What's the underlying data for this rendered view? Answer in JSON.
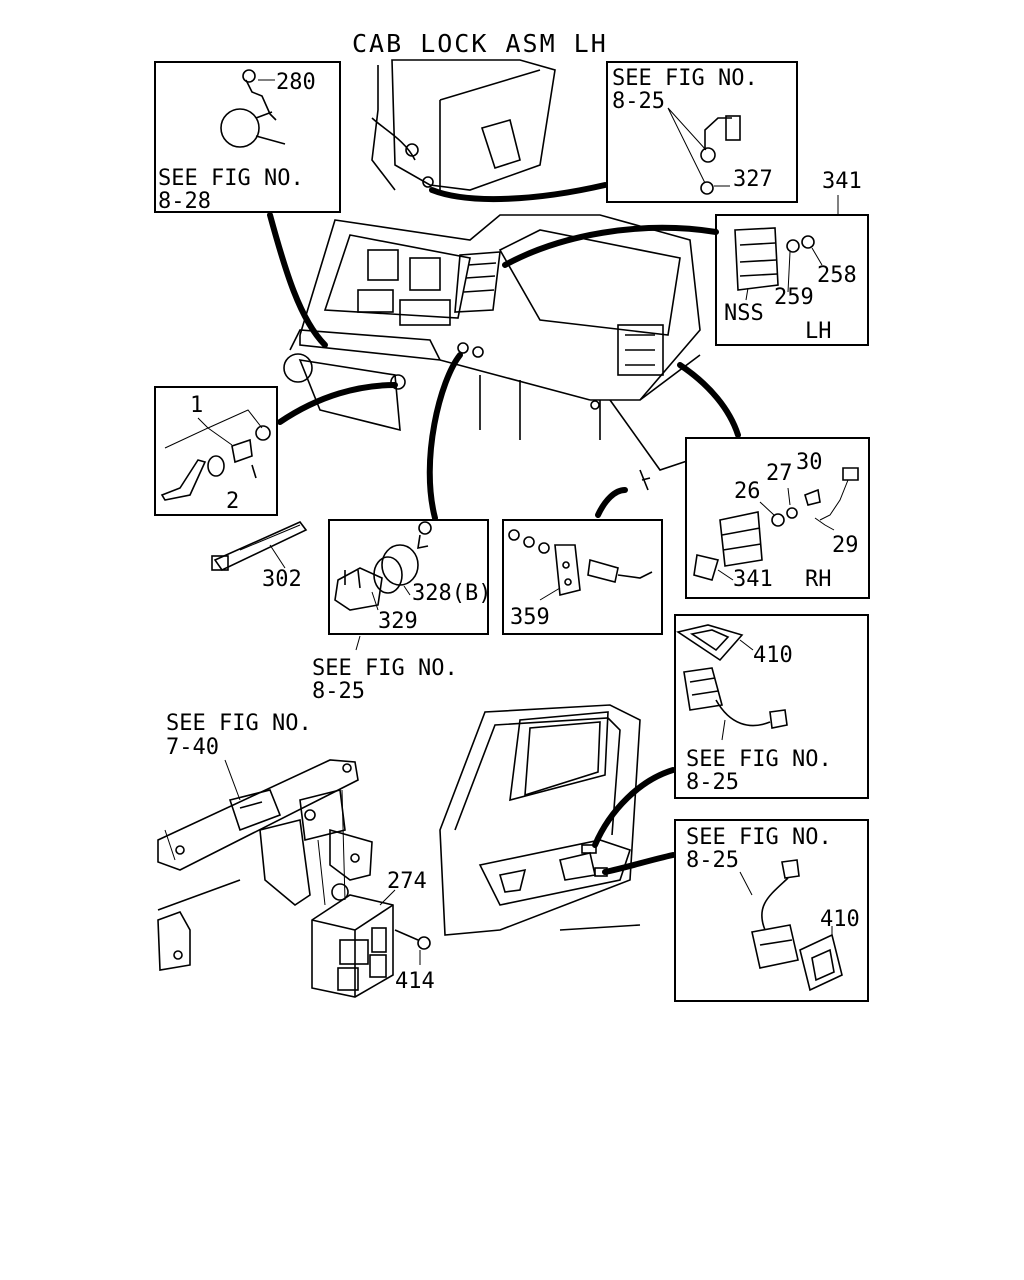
{
  "title": "CAB LOCK ASM LH",
  "callouts": {
    "p280": "280",
    "p327": "327",
    "p341_top": "341",
    "p258": "258",
    "p259": "259",
    "nss": "NSS",
    "lh": "LH",
    "p1": "1",
    "p2": "2",
    "p302": "302",
    "p328": "328(B)",
    "p329": "329",
    "p359": "359",
    "p30": "30",
    "p27": "27",
    "p26": "26",
    "p29": "29",
    "p341_rh": "341",
    "rh": "RH",
    "p410_a": "410",
    "p410_b": "410",
    "p274": "274",
    "p414": "414"
  },
  "references": {
    "see_fig_line": "SEE FIG NO.",
    "fig_8_28": "8-28",
    "fig_8_25": "8-25",
    "fig_7_40": "7-40"
  }
}
